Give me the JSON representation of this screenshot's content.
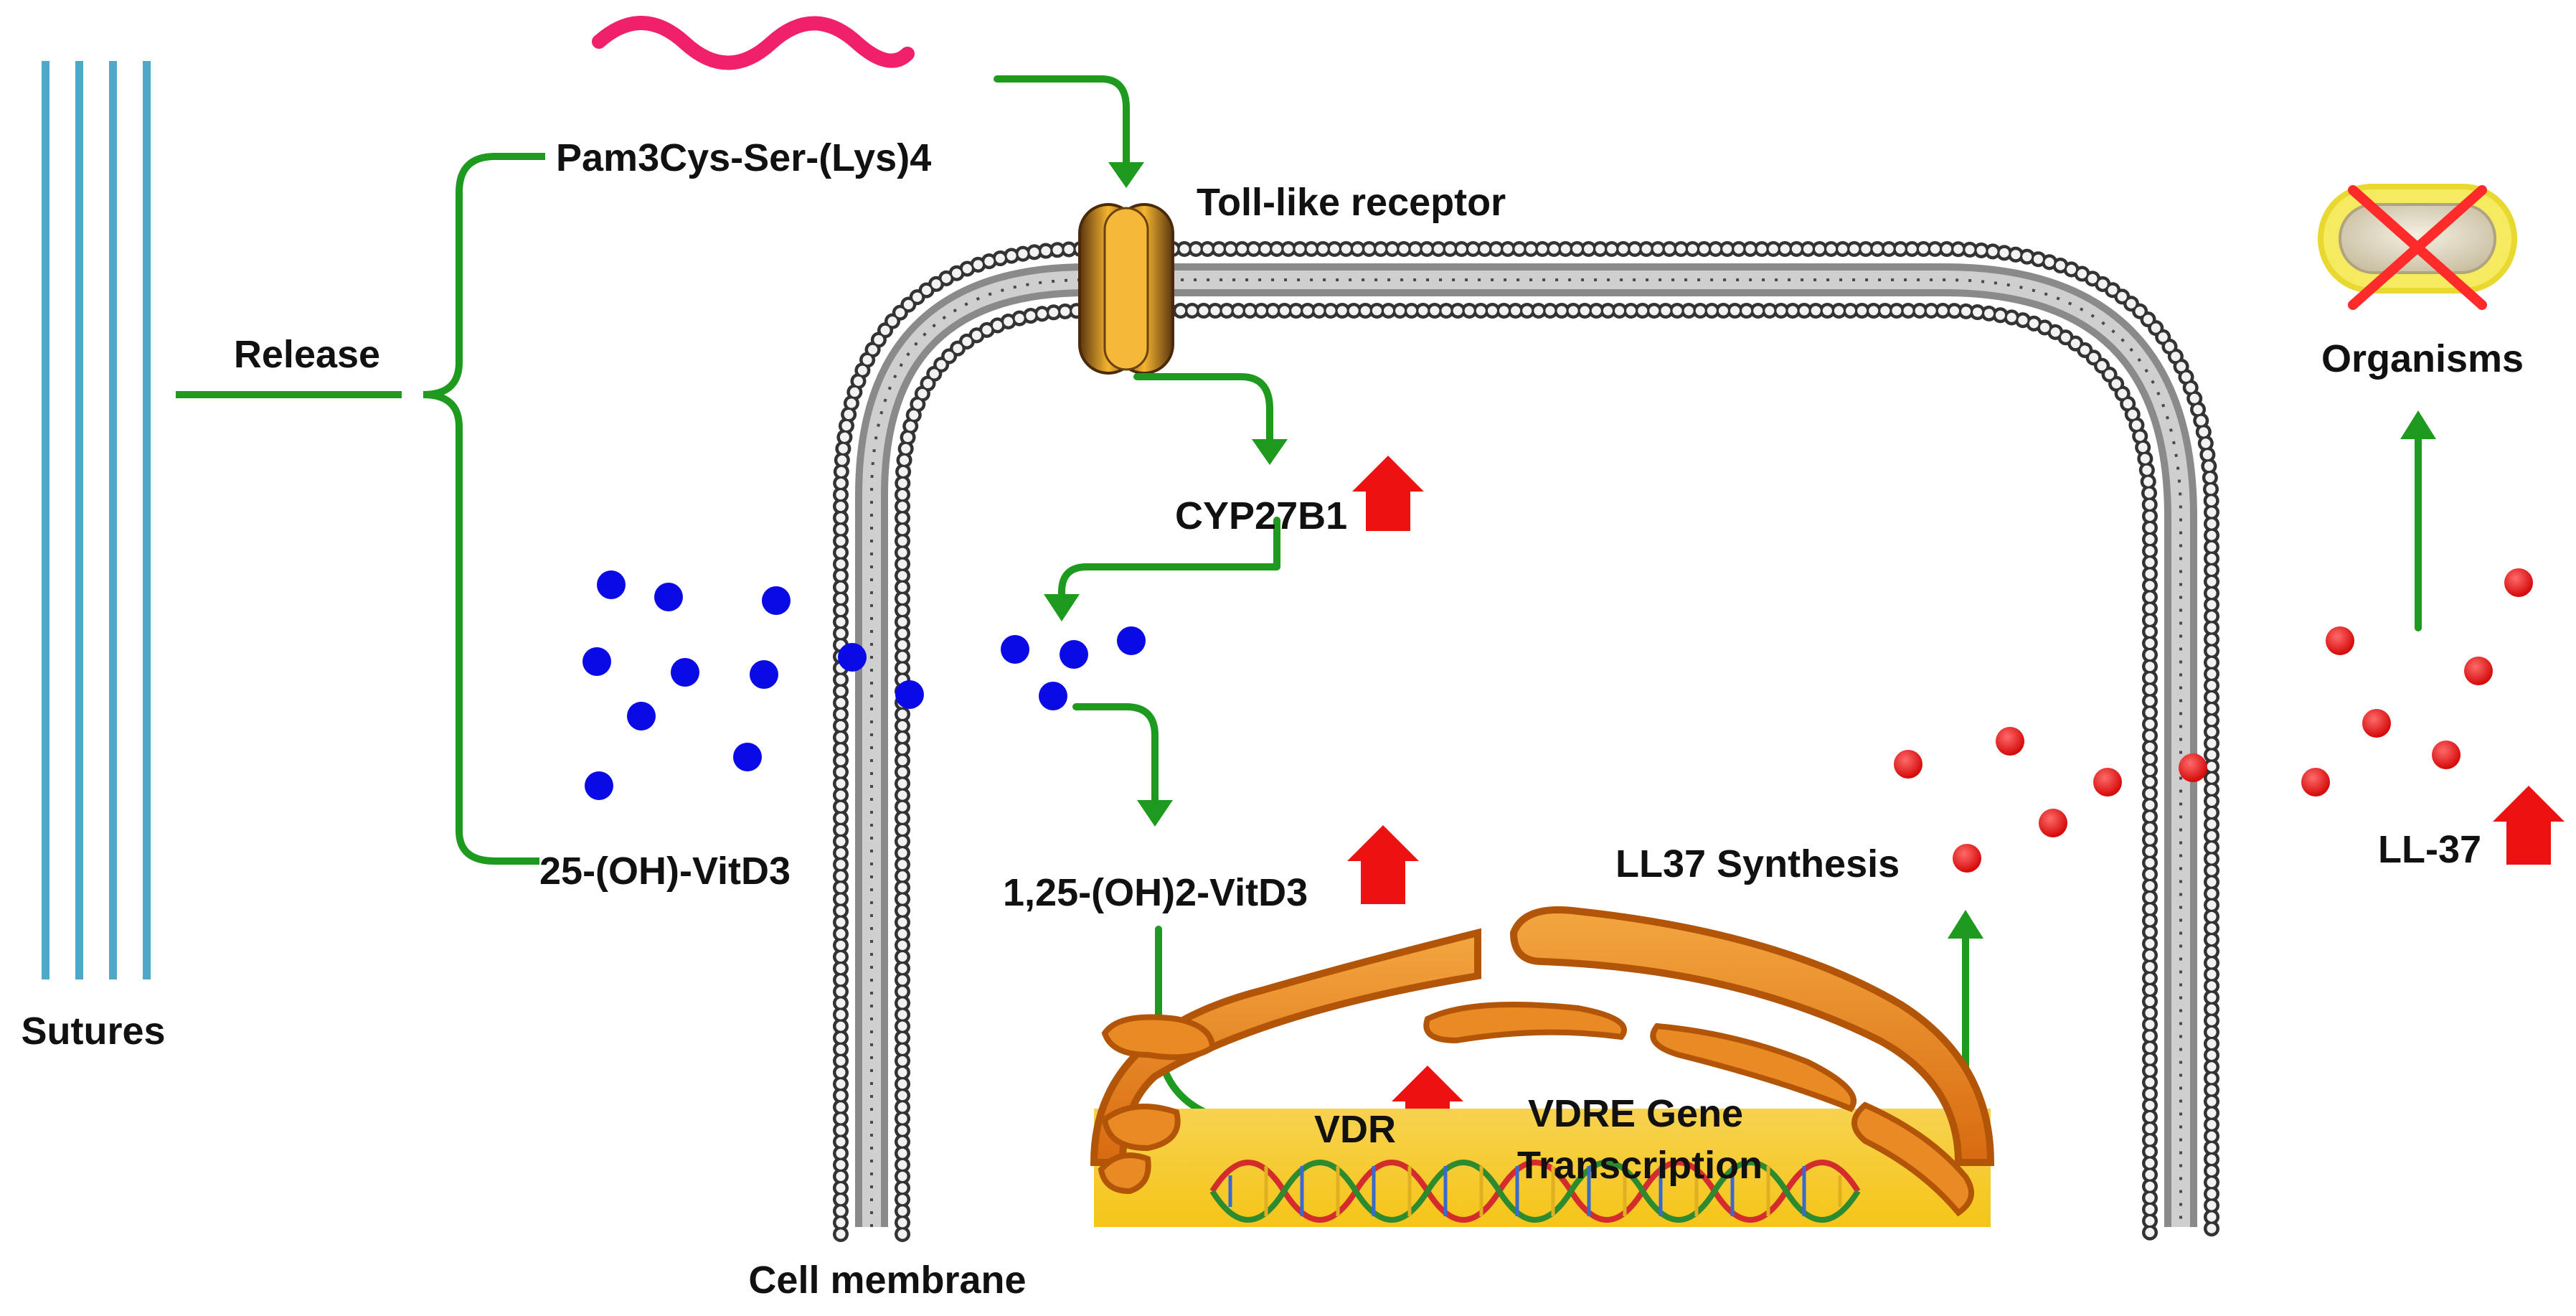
{
  "labels": {
    "sutures": "Sutures",
    "release": "Release",
    "pam3cys": "Pam3Cys-Ser-(Lys)4",
    "tlr": "Toll-like receptor",
    "cyp27b1": "CYP27B1",
    "vitd3_25": "25-(OH)-VitD3",
    "vitd3_125": "1,25-(OH)2-VitD3",
    "vdr": "VDR",
    "vdre_line1": "VDRE Gene",
    "vdre_line2": "Transcription",
    "ll37_synthesis": "LL37 Synthesis",
    "ll37": "LL-37",
    "organisms": "Organisms",
    "cell_membrane": "Cell membrane"
  },
  "colors": {
    "suture": "#4FA8C8",
    "pam3cys": "#F0206A",
    "arrow_green": "#1E9A1E",
    "up_arrow_red": "#EE1111",
    "vitd3_molecule": "#0A0AE6",
    "ll37_molecule": "#E60000",
    "membrane": "#555555",
    "receptor": "#C07A12",
    "nucleus": "#E8A020",
    "organism_fill": "#E8E0C8",
    "organism_halo": "#F5EA60",
    "cross": "#FF2A2A"
  },
  "icons": {
    "receptor": "toll-like-receptor-icon",
    "organism": "bacterium-icon",
    "dna": "dna-helix-icon",
    "pam3cys": "lipopeptide-wave-icon"
  }
}
